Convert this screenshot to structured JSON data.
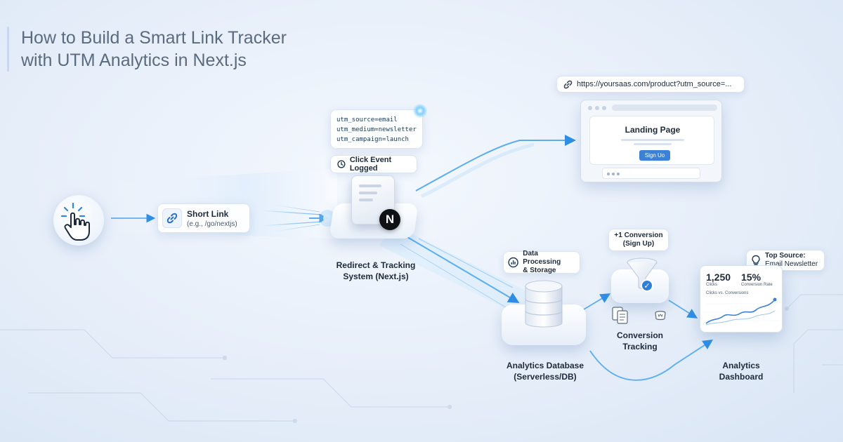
{
  "title": {
    "line1": "How to Build a Smart Link Tracker",
    "line2": "with UTM Analytics in Next.js"
  },
  "colors": {
    "accent": "#3b82d6",
    "flow_line": "#5aaef0",
    "glow": "#7fd0ff",
    "background": "#e6eef9"
  },
  "nodes": {
    "click": {
      "icon": "click-hand-icon"
    },
    "short_link": {
      "title": "Short Link",
      "subtitle": "(e.g., /go/nextjs)",
      "icon": "link-icon"
    },
    "utm_params": {
      "line1": "utm_source=email",
      "line2": "utm_medium=newsletter",
      "line3": "utm_campaign=launch"
    },
    "click_event": {
      "label": "Click Event Logged",
      "icon": "clock-icon"
    },
    "redirect": {
      "line1": "Redirect & Tracking",
      "line2": "System (Next.js)",
      "logo_letter": "N"
    },
    "landing": {
      "url": "https://yoursaas.com/product?utm_source=...",
      "title": "Landing Page",
      "button": "Sign Uo"
    },
    "data_processing": {
      "line1": "Data Processing",
      "line2": "& Storage",
      "icon": "chart-icon"
    },
    "database": {
      "line1": "Analytics Database",
      "line2": "(Serverless/DB)"
    },
    "conversion": {
      "badge_line1": "+1 Conversion",
      "badge_line2": "(Sign Up)",
      "line1": "Conversion",
      "line2": "Tracking",
      "check": "✓"
    },
    "top_source": {
      "line1": "Top Source:",
      "line2": "Email Newsletter",
      "icon": "lightbulb-icon"
    },
    "dashboard": {
      "clicks_value": "1,250",
      "clicks_label": "Clicks",
      "rate_value": "15%",
      "rate_label": "Conversion Rate",
      "chart_label": "Clicks vs. Conversions",
      "line1": "Analytics",
      "line2": "Dashboard"
    }
  }
}
